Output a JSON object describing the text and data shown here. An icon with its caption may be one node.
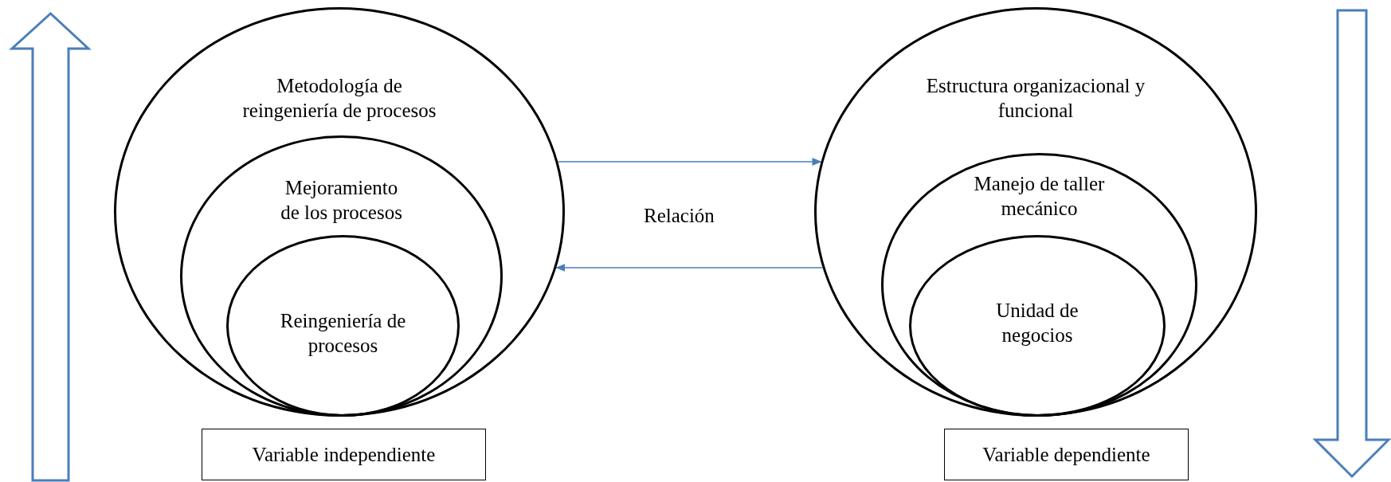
{
  "diagram": {
    "nodes": [
      {
        "text": [
          "Metodología de reingeniería de procesos"
        ]
      },
      {
        "text": [
          "Mejoramiento de los procesos"
        ],
        "in": 0
      },
      {
        "text": [
          "Reingeniería de procesos"
        ],
        "in": 1
      },
      {
        "text": [
          "Variable independiente"
        ]
      },
      {
        "text": [
          "Estructura organizacional y funcional"
        ]
      },
      {
        "text": [
          "Manejo de taller mecánico"
        ],
        "in": 4
      },
      {
        "text": [
          "Unidad de negocios"
        ],
        "in": 5
      },
      {
        "text": [
          "Variable dependiente"
        ]
      }
    ],
    "edges": [
      {
        "from": 0,
        "to": 4,
        "arrow": "to",
        "color": "#4a7ebb"
      },
      {
        "from": 4,
        "to": 0,
        "arrow": "to",
        "color": "#4a7ebb"
      }
    ],
    "labels": [
      "Relación"
    ]
  }
}
